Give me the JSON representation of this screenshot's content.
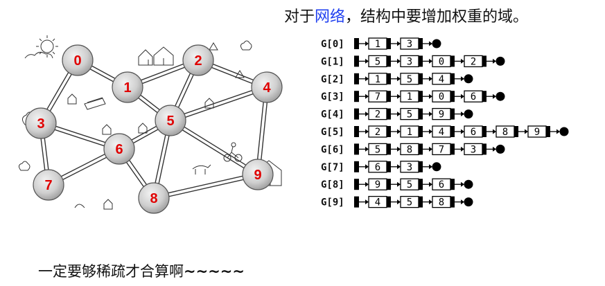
{
  "header": {
    "pre": "对于",
    "highlight": "网络",
    "post": "，结构中要增加权重的域。"
  },
  "footer": {
    "text": "一定要够稀疏才合算啊",
    "tilde": "~~~~~"
  },
  "colors": {
    "node_fill": "#c8c8c8",
    "node_label": "#e00000",
    "highlight": "#1f3ff0"
  },
  "graph": {
    "nodes": [
      "0",
      "1",
      "2",
      "3",
      "4",
      "5",
      "6",
      "7",
      "8",
      "9"
    ],
    "edges": [
      [
        "0",
        "1"
      ],
      [
        "0",
        "3"
      ],
      [
        "1",
        "2"
      ],
      [
        "1",
        "5"
      ],
      [
        "2",
        "5"
      ],
      [
        "2",
        "4"
      ],
      [
        "3",
        "6"
      ],
      [
        "3",
        "7"
      ],
      [
        "4",
        "5"
      ],
      [
        "4",
        "9"
      ],
      [
        "5",
        "6"
      ],
      [
        "5",
        "8"
      ],
      [
        "5",
        "9"
      ],
      [
        "6",
        "7"
      ],
      [
        "6",
        "8"
      ],
      [
        "8",
        "9"
      ]
    ]
  },
  "adjacency": [
    {
      "head": "G[0]",
      "items": [
        "1",
        "3"
      ]
    },
    {
      "head": "G[1]",
      "items": [
        "5",
        "3",
        "0",
        "2"
      ]
    },
    {
      "head": "G[2]",
      "items": [
        "1",
        "5",
        "4"
      ]
    },
    {
      "head": "G[3]",
      "items": [
        "7",
        "1",
        "0",
        "6"
      ]
    },
    {
      "head": "G[4]",
      "items": [
        "2",
        "5",
        "9"
      ]
    },
    {
      "head": "G[5]",
      "items": [
        "2",
        "1",
        "4",
        "6",
        "8",
        "9"
      ]
    },
    {
      "head": "G[6]",
      "items": [
        "5",
        "8",
        "7",
        "3"
      ]
    },
    {
      "head": "G[7]",
      "items": [
        "6",
        "3"
      ]
    },
    {
      "head": "G[8]",
      "items": [
        "9",
        "5",
        "6"
      ]
    },
    {
      "head": "G[9]",
      "items": [
        "4",
        "5",
        "8"
      ]
    }
  ]
}
